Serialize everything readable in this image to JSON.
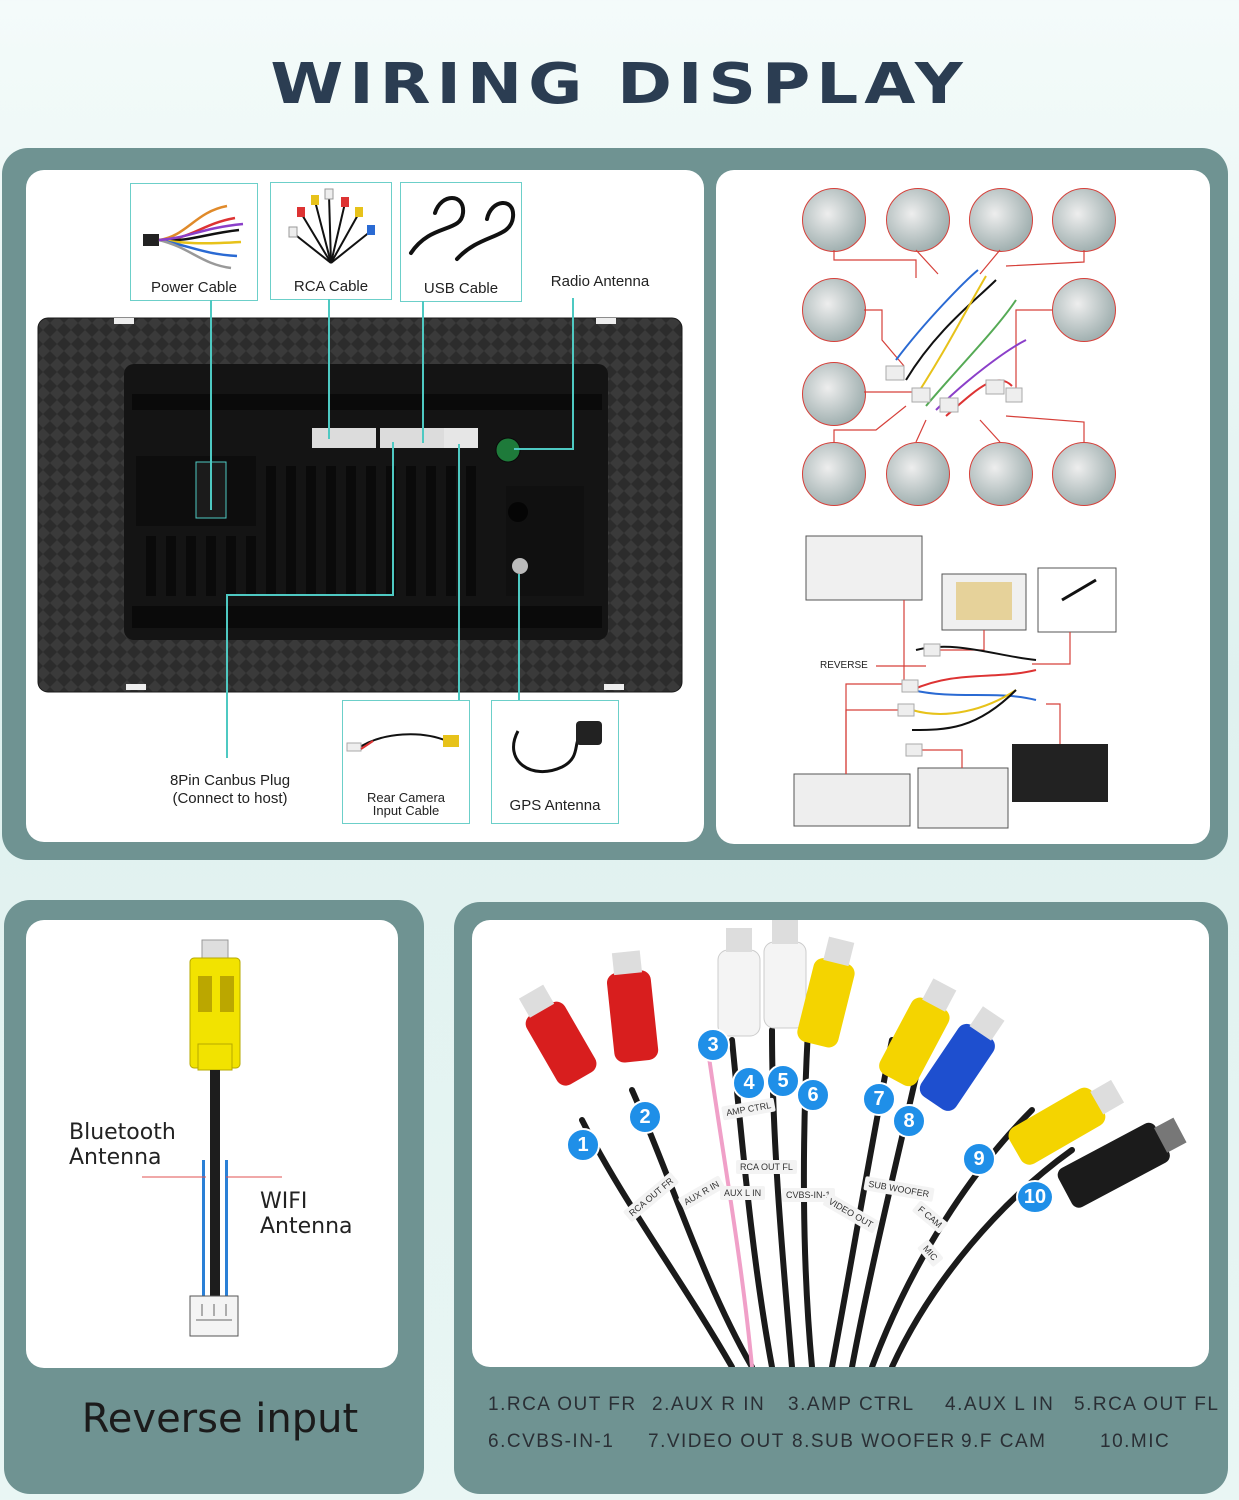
{
  "title": "WIRING DISPLAY",
  "panel_left": {
    "power_cable": "Power Cable",
    "rca_cable": "RCA Cable",
    "usb_cable": "USB Cable",
    "radio_antenna": "Radio Antenna",
    "canbus_line1": "8Pin Canbus Plug",
    "canbus_line2": "(Connect to host)",
    "rear_camera_line1": "Rear Camera",
    "rear_camera_line2": "Input Cable",
    "gps_antenna": "GPS Antenna"
  },
  "panel_right": {
    "reverse_label": "REVERSE"
  },
  "reverse_panel": {
    "bluetooth_line1": "Bluetooth",
    "bluetooth_line2": "Antenna",
    "wifi_line1": "WIFI",
    "wifi_line2": "Antenna",
    "heading": "Reverse input"
  },
  "rca_panel": {
    "markers": [
      "1",
      "2",
      "3",
      "4",
      "5",
      "6",
      "7",
      "8",
      "9",
      "10"
    ],
    "cable_tags": [
      "RCA OUT FR",
      "AUX R IN",
      "AMP CTRL",
      "AUX L IN",
      "RCA OUT FL",
      "CVBS-IN-1",
      "VIDEO OUT",
      "SUB WOOFER",
      "F CAM",
      "MIC"
    ],
    "legend_row1": [
      "1.RCA OUT FR",
      "2.AUX R IN",
      "3.AMP CTRL",
      "4.AUX L IN",
      "5.RCA OUT FL"
    ],
    "legend_row2": [
      "6.CVBS-IN-1",
      "7.VIDEO OUT",
      "8.SUB WOOFER",
      "9.F CAM",
      "10.MIC"
    ]
  },
  "colors": {
    "band": "#6f9392",
    "accent_teal": "#4ec9c2",
    "title": "#2b3d52",
    "marker_blue": "#1f8fe8",
    "wire_red": "#d6403a"
  }
}
